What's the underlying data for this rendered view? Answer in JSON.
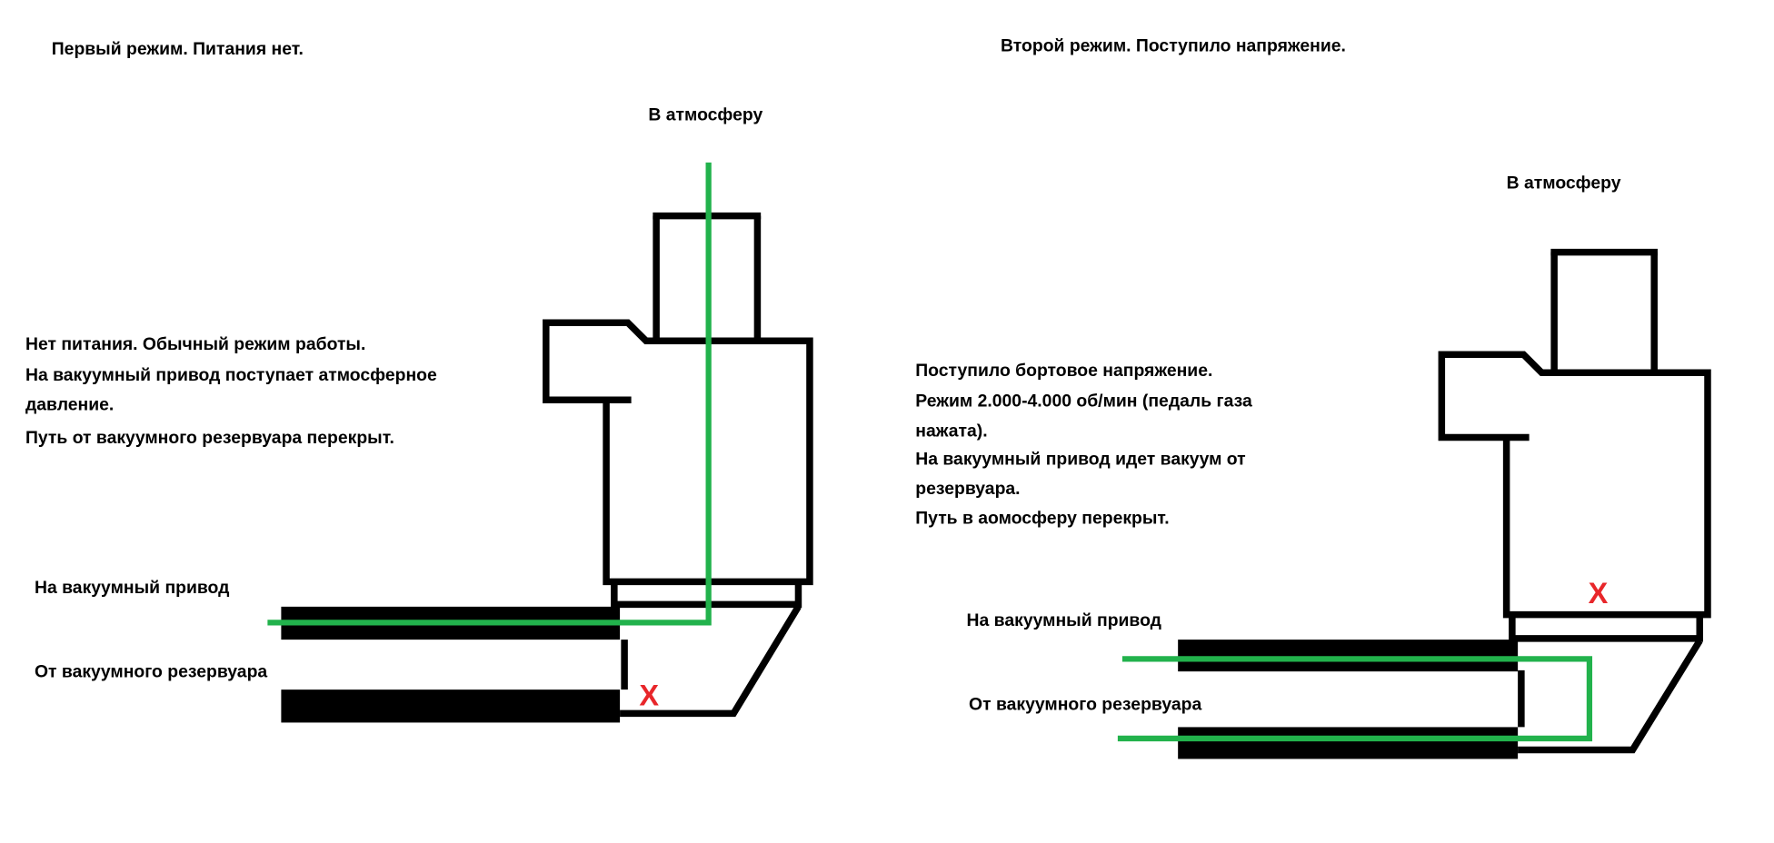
{
  "colors": {
    "flow": "#22b24c",
    "blocked": "#e8262a",
    "outline": "#000000"
  },
  "mode1": {
    "title": "Первый режим. Питания нет.",
    "to_atmosphere": "В атмосферу",
    "description": [
      "Нет питания. Обычный режим работы.",
      "На вакуумный привод поступает атмосферное",
      "давление.",
      "Путь от вакуумного резервуара перекрыт."
    ],
    "to_actuator": "На вакуумный привод",
    "from_reservoir": "От вакуумного резервуара",
    "blocked_mark": "X"
  },
  "mode2": {
    "title": "Второй режим. Поступило напряжение.",
    "to_atmosphere": "В атмосферу",
    "description": [
      "Поступило бортовое напряжение.",
      "Режим 2.000-4.000 об/мин (педаль газа",
      "нажата).",
      "На вакуумный привод идет вакуум от",
      "резервуара.",
      "Путь в аомосферу перекрыт."
    ],
    "to_actuator": "На вакуумный привод",
    "from_reservoir": "От вакуумного резервуара",
    "blocked_mark": "X"
  }
}
